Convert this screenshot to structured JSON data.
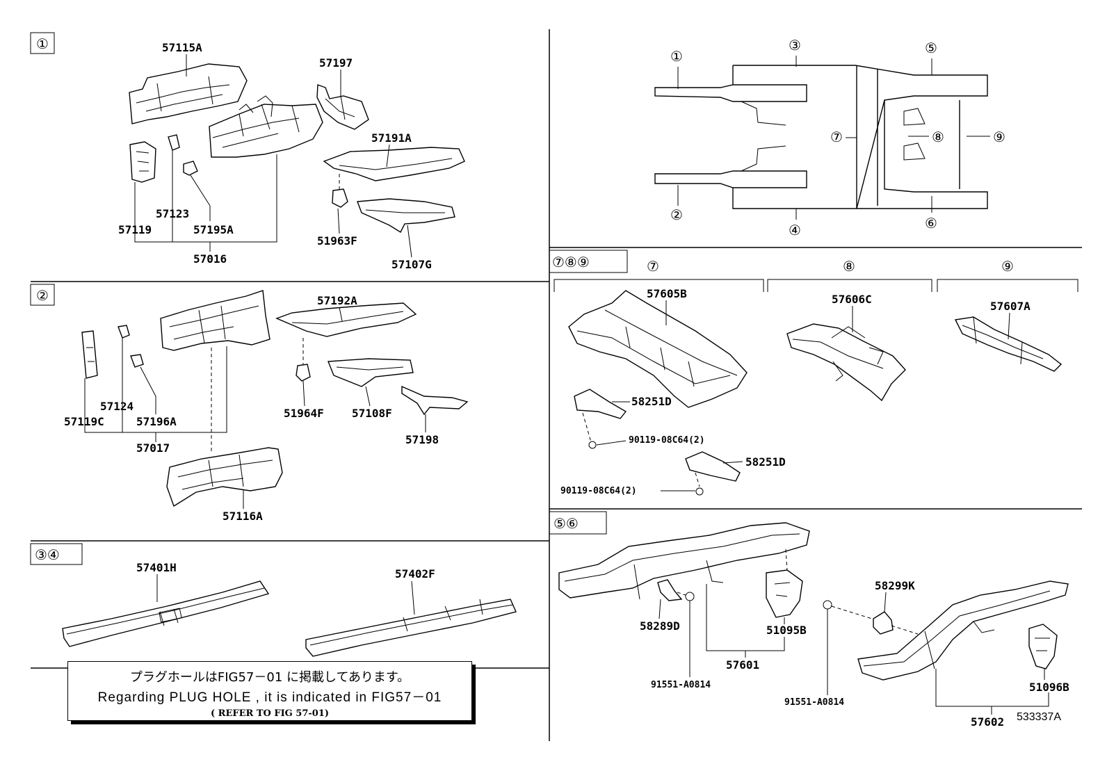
{
  "sections": {
    "s1": {
      "tag": "①"
    },
    "s2": {
      "tag": "②"
    },
    "s34": {
      "tag": "③④"
    },
    "s789": {
      "tag": "⑦⑧⑨",
      "sub7": "⑦",
      "sub8": "⑧",
      "sub9": "⑨"
    },
    "s56": {
      "tag": "⑤⑥"
    }
  },
  "frame_markers": [
    "①",
    "②",
    "③",
    "④",
    "⑤",
    "⑥",
    "⑦",
    "⑧",
    "⑨"
  ],
  "parts": {
    "p57115A": "57115A",
    "p57197": "57197",
    "p57191A": "57191A",
    "p57123": "57123",
    "p57119": "57119",
    "p57195A": "57195A",
    "p57016": "57016",
    "p51963F": "51963F",
    "p57107G": "57107G",
    "p57192A": "57192A",
    "p57124": "57124",
    "p57119C": "57119C",
    "p57196A": "57196A",
    "p57017": "57017",
    "p51964F": "51964F",
    "p57108F": "57108F",
    "p57198": "57198",
    "p57116A": "57116A",
    "p57401H": "57401H",
    "p57402F": "57402F",
    "p57605B": "57605B",
    "p57606C": "57606C",
    "p57607A": "57607A",
    "p58251D_a": "58251D",
    "p58251D_b": "58251D",
    "p90119_a": "90119-08C64(2)",
    "p90119_b": "90119-08C64(2)",
    "p58299K": "58299K",
    "p58289D": "58289D",
    "p51095B": "51095B",
    "p57601": "57601",
    "p91551_a": "91551-A0814",
    "p91551_b": "91551-A0814",
    "p51096B": "51096B",
    "p57602": "57602"
  },
  "note": {
    "jp": "プラグホールはFIG57－01 に掲載してあります。",
    "en": "Regarding  PLUG  HOLE ,  it  is  indicated  in  FIG57－01",
    "ref": "( REFER TO FIG 57-01)"
  },
  "illustration_id": "533337A"
}
